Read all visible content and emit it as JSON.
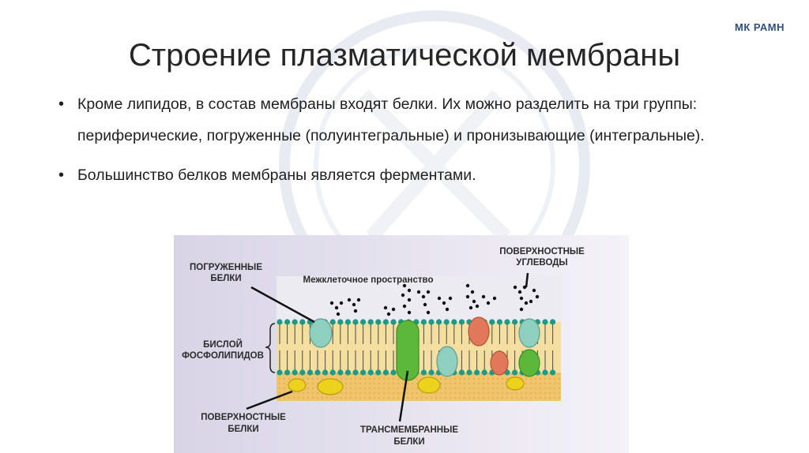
{
  "header": {
    "logo": "МК РАМН"
  },
  "slide": {
    "title": "Строение плазматической мембраны",
    "bullets": [
      "Кроме липидов, в состав мембраны входят белки. Их можно разделить на три группы: периферические, погруженные (полуинтегральные) и пронизывающие (интегральные).",
      "Большинство белков мембраны является ферментами."
    ]
  },
  "figure": {
    "labels": {
      "embedded": [
        "ПОГРУЖЕННЫЕ",
        "БЕЛКИ"
      ],
      "intercellular": "Межклеточное пространство",
      "carbohydrates": [
        "ПОВЕРХНОСТНЫЕ",
        "УГЛЕВОДЫ"
      ],
      "bilayer": [
        "БИСЛОЙ",
        "ФОСФОЛИПИДОВ"
      ],
      "surface_proteins": [
        "ПОВЕРХНОСТНЫЕ",
        "БЕЛКИ"
      ],
      "transmembrane": [
        "ТРАНСМЕМБРАННЫЕ",
        "БЕЛКИ"
      ]
    },
    "colors": {
      "head": "#1a9a8a",
      "teal_protein": "#8fcfbe",
      "green_protein": "#5cb83a",
      "orange_protein": "#e2785a",
      "yellow_protein": "#ecd21c",
      "bilayer_bg": "#f4dea0",
      "cytoplasm_bg": "#f0c46a",
      "extracellular_bg": "#d9d6e6"
    }
  }
}
